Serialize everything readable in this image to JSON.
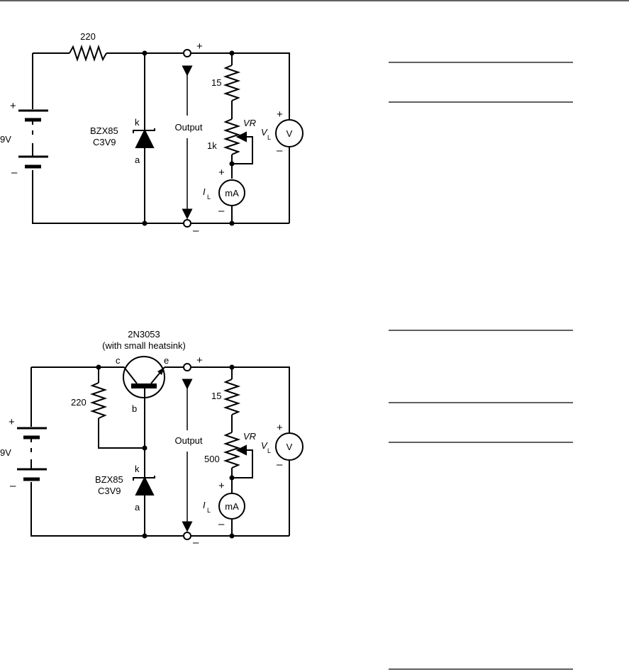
{
  "circuit1": {
    "series_resistor": "220",
    "supply": "9V",
    "plus": "+",
    "minus": "–",
    "zener_k": "k",
    "zener_a": "a",
    "zener_part": "BZX85",
    "zener_part2": "C3V9",
    "output_label": "Output",
    "r_top": "15",
    "vr_label": "VR",
    "vr_value": "1k",
    "voltmeter": "V",
    "ammeter": "mA",
    "vl_main": "V",
    "vl_sub": "L",
    "il_main": "I",
    "il_sub": "L"
  },
  "circuit2": {
    "transistor_part": "2N3053",
    "transistor_note": "(with small heatsink)",
    "pin_c": "c",
    "pin_e": "e",
    "pin_b": "b",
    "bias_resistor": "220",
    "supply": "9V",
    "plus": "+",
    "minus": "–",
    "zener_k": "k",
    "zener_a": "a",
    "zener_part": "BZX85",
    "zener_part2": "C3V9",
    "output_label": "Output",
    "r_top": "15",
    "vr_label": "VR",
    "vr_value": "500",
    "voltmeter": "V",
    "ammeter": "mA",
    "vl_main": "V",
    "vl_sub": "L",
    "il_main": "I",
    "il_sub": "L"
  }
}
